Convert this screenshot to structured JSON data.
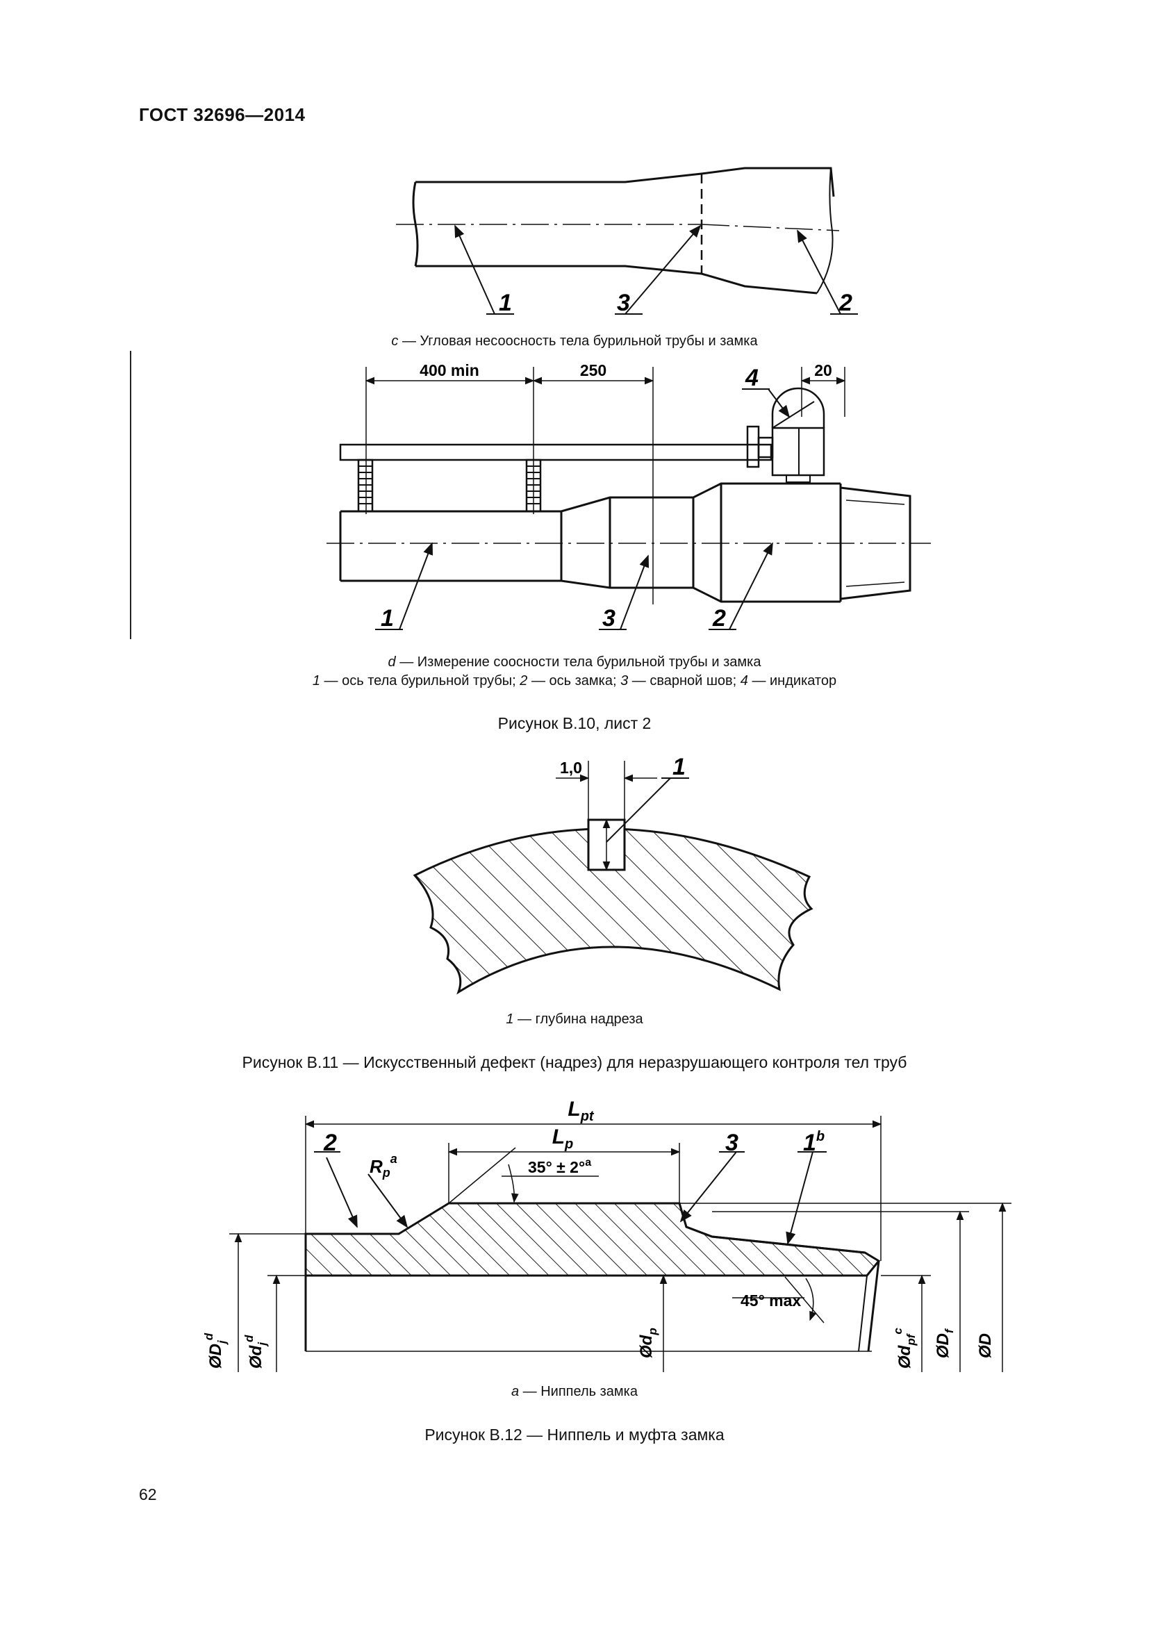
{
  "header": {
    "standard": "ГОСТ 32696—2014"
  },
  "figure_c": {
    "letter": "c",
    "caption": " — Угловая несоосность тела бурильной трубы и замка",
    "labels": [
      "1",
      "3",
      "2"
    ]
  },
  "figure_d": {
    "letter": "d",
    "caption": " — Измерение соосности тела бурильной трубы и замка",
    "dims": [
      "400 min",
      "250",
      "20"
    ],
    "labels": [
      "1",
      "3",
      "2",
      "4"
    ],
    "legend": [
      {
        "num": "1",
        "text": " — ось тела бурильной трубы; "
      },
      {
        "num": "2",
        "text": " — ось замка; "
      },
      {
        "num": "3",
        "text": " — сварной шов; "
      },
      {
        "num": "4",
        "text": " — индикатор"
      }
    ]
  },
  "fig_b10_title": "Рисунок В.10, лист 2",
  "figure_b11": {
    "dim": "1,0",
    "label": "1",
    "legend_num": "1",
    "legend_text": " — глубина надреза",
    "title": "Рисунок В.11 — Искусственный дефект (надрез) для неразрушающего контроля тел труб"
  },
  "figure_b12": {
    "Lpt": {
      "main": "L",
      "sub": "pt"
    },
    "Lp": {
      "main": "L",
      "sub": "p"
    },
    "Rp": {
      "main": "R",
      "sub": "p",
      "sup": "a"
    },
    "angle_taper": "35° ± 2°",
    "angle_taper_sup": "a",
    "angle_bevel": "45° max",
    "labels": [
      "2",
      "3",
      "1"
    ],
    "label1_sup": "b",
    "diam": {
      "Dj": {
        "main": "ØD",
        "sub": "j",
        "sup": "d"
      },
      "dj": {
        "main": "Ød",
        "sub": "j",
        "sup": "d"
      },
      "dp": {
        "main": "Ød",
        "sub": "p"
      },
      "dpf": {
        "main": "Ød",
        "sub": "pf",
        "sup": "c"
      },
      "Df": {
        "main": "ØD",
        "sub": "f"
      },
      "D": {
        "main": "ØD"
      }
    },
    "caption_letter": "a",
    "caption": " — Ниппель замка",
    "title": "Рисунок В.12 — Ниппель и муфта замка"
  },
  "page_number": "62"
}
